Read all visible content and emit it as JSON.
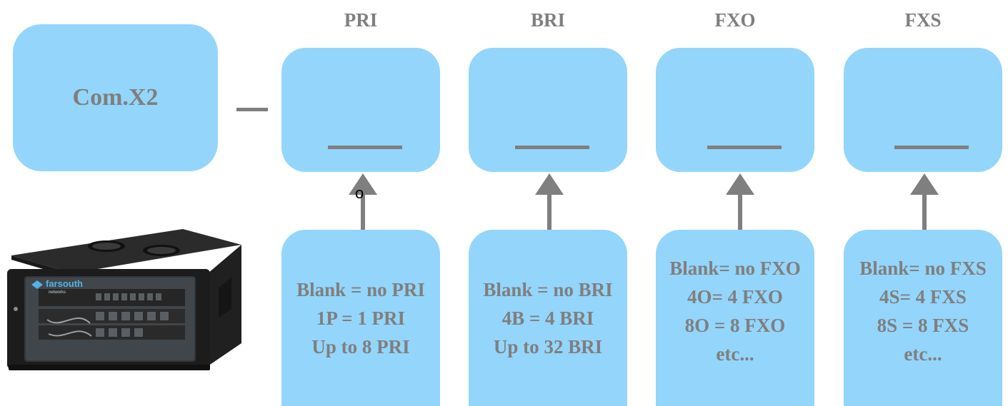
{
  "main": {
    "label": "Com.X2"
  },
  "stray_text": "o",
  "logo": {
    "text": "farsouth",
    "subtext": "networks"
  },
  "columns": [
    {
      "header": "PRI",
      "lines": [
        "Blank = no PRI",
        "1P = 1 PRI",
        "Up to 8 PRI"
      ]
    },
    {
      "header": "BRI",
      "lines": [
        "Blank = no BRI",
        "4B = 4 BRI",
        "Up to 32 BRI"
      ]
    },
    {
      "header": "FXO",
      "lines": [
        "Blank= no FXO",
        "4O= 4 FXO",
        "8O = 8 FXO",
        "etc..."
      ]
    },
    {
      "header": "FXS",
      "lines": [
        "Blank= no FXS",
        "4S= 4 FXS",
        "8S = 8 FXS",
        "etc..."
      ]
    }
  ],
  "colors": {
    "box_fill": "#94d5fb",
    "text_gray": "#7f7f7f",
    "arrow_gray": "#7f7f7f"
  }
}
